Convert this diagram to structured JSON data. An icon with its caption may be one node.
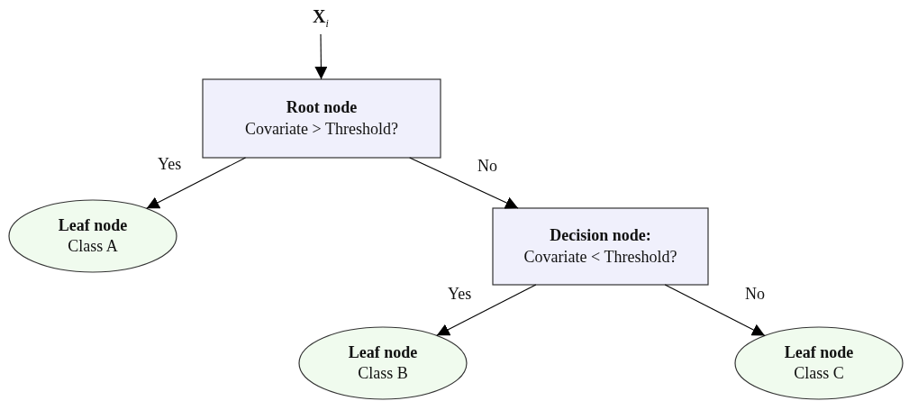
{
  "diagram": {
    "nodes": [
      {
        "text": [
          "X$_{i}$"
        ]
      },
      {
        "text": [
          "Root node",
          "Covariate > Threshold?"
        ]
      },
      {
        "text": [
          "Leaf node",
          "Class A"
        ]
      },
      {
        "text": [
          "Decision node:",
          "Covariate < Threshold?"
        ]
      },
      {
        "text": [
          "Leaf node",
          "Class B"
        ]
      },
      {
        "text": [
          "Leaf node",
          "Class C"
        ]
      }
    ],
    "edges": [
      {
        "from": 0,
        "to": 1,
        "arrow": "to"
      },
      {
        "from": 1,
        "to": 2,
        "arrow": "to",
        "label": "Yes"
      },
      {
        "from": 1,
        "to": 3,
        "arrow": "to",
        "label": "No"
      },
      {
        "from": 3,
        "to": 4,
        "arrow": "to",
        "label": "Yes"
      },
      {
        "from": 3,
        "to": 5,
        "arrow": "to",
        "label": "No"
      }
    ]
  }
}
